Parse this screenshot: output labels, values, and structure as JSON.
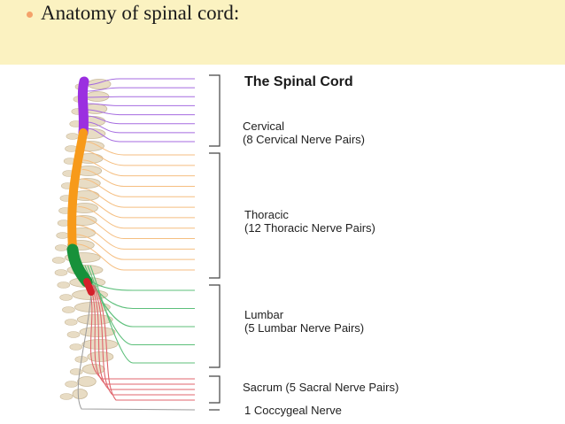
{
  "slide": {
    "title": "Anatomy of spinal cord:"
  },
  "diagram": {
    "heading": "The Spinal Cord",
    "regions": [
      {
        "id": "cervical",
        "name": "Cervical",
        "detail": "(8 Cervical Nerve Pairs)",
        "color": "#9b2fe0",
        "nerve_color": "#a56be0",
        "nerve_count": 8
      },
      {
        "id": "thoracic",
        "name": "Thoracic",
        "detail": "(12 Thoracic Nerve Pairs)",
        "color": "#f79a1a",
        "nerve_color": "#f5be80",
        "nerve_count": 12
      },
      {
        "id": "lumbar",
        "name": "Lumbar",
        "detail": "(5 Lumbar Nerve Pairs)",
        "color": "#17913a",
        "nerve_color": "#5cbf7a",
        "nerve_count": 5
      },
      {
        "id": "sacral",
        "name": "Sacrum (5 Sacral Nerve Pairs)",
        "color": "#d4202a",
        "nerve_color": "#e0656c",
        "nerve_count": 5
      },
      {
        "id": "coccygeal",
        "name": "1 Coccygeal Nerve",
        "color": "#9a9a9a",
        "nerve_count": 1
      }
    ],
    "colors": {
      "vertebra": "#e8dcc4",
      "vertebra_edge": "#c9b99a",
      "bracket": "#444444",
      "band": "#fbf2c1",
      "bullet": "#f4a26a"
    }
  }
}
